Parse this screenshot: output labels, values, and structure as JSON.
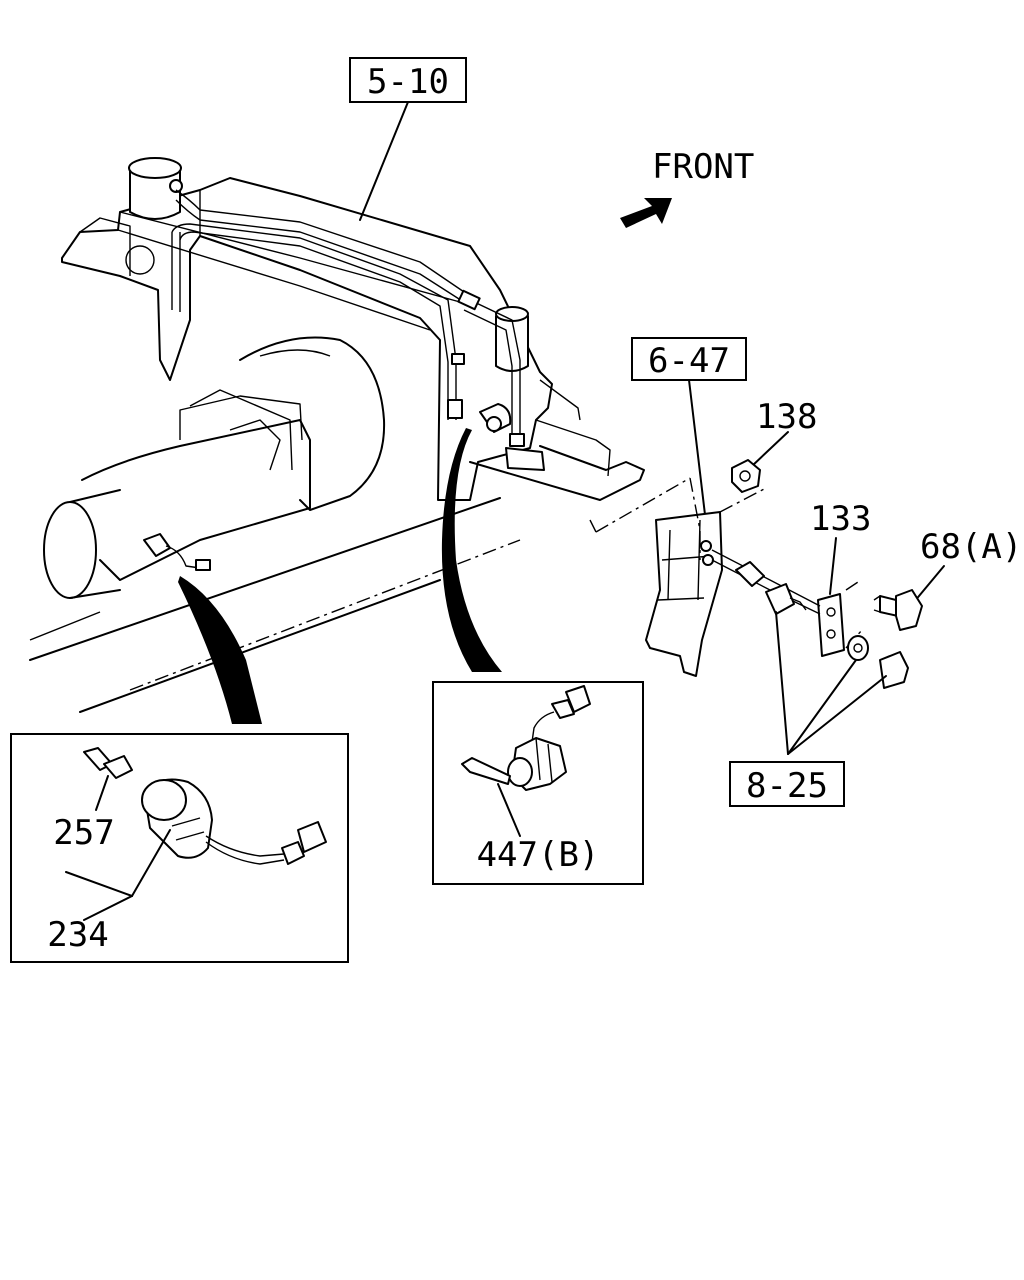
{
  "labels": {
    "ref_5_10": "5-10",
    "ref_6_47": "6-47",
    "ref_8_25": "8-25",
    "front": "FRONT",
    "part_138": "138",
    "part_133": "133",
    "part_68a": "68(A)",
    "part_447b": "447(B)",
    "part_257": "257",
    "part_234": "234"
  },
  "icons": {
    "front_arrow": "front-arrow-icon"
  }
}
